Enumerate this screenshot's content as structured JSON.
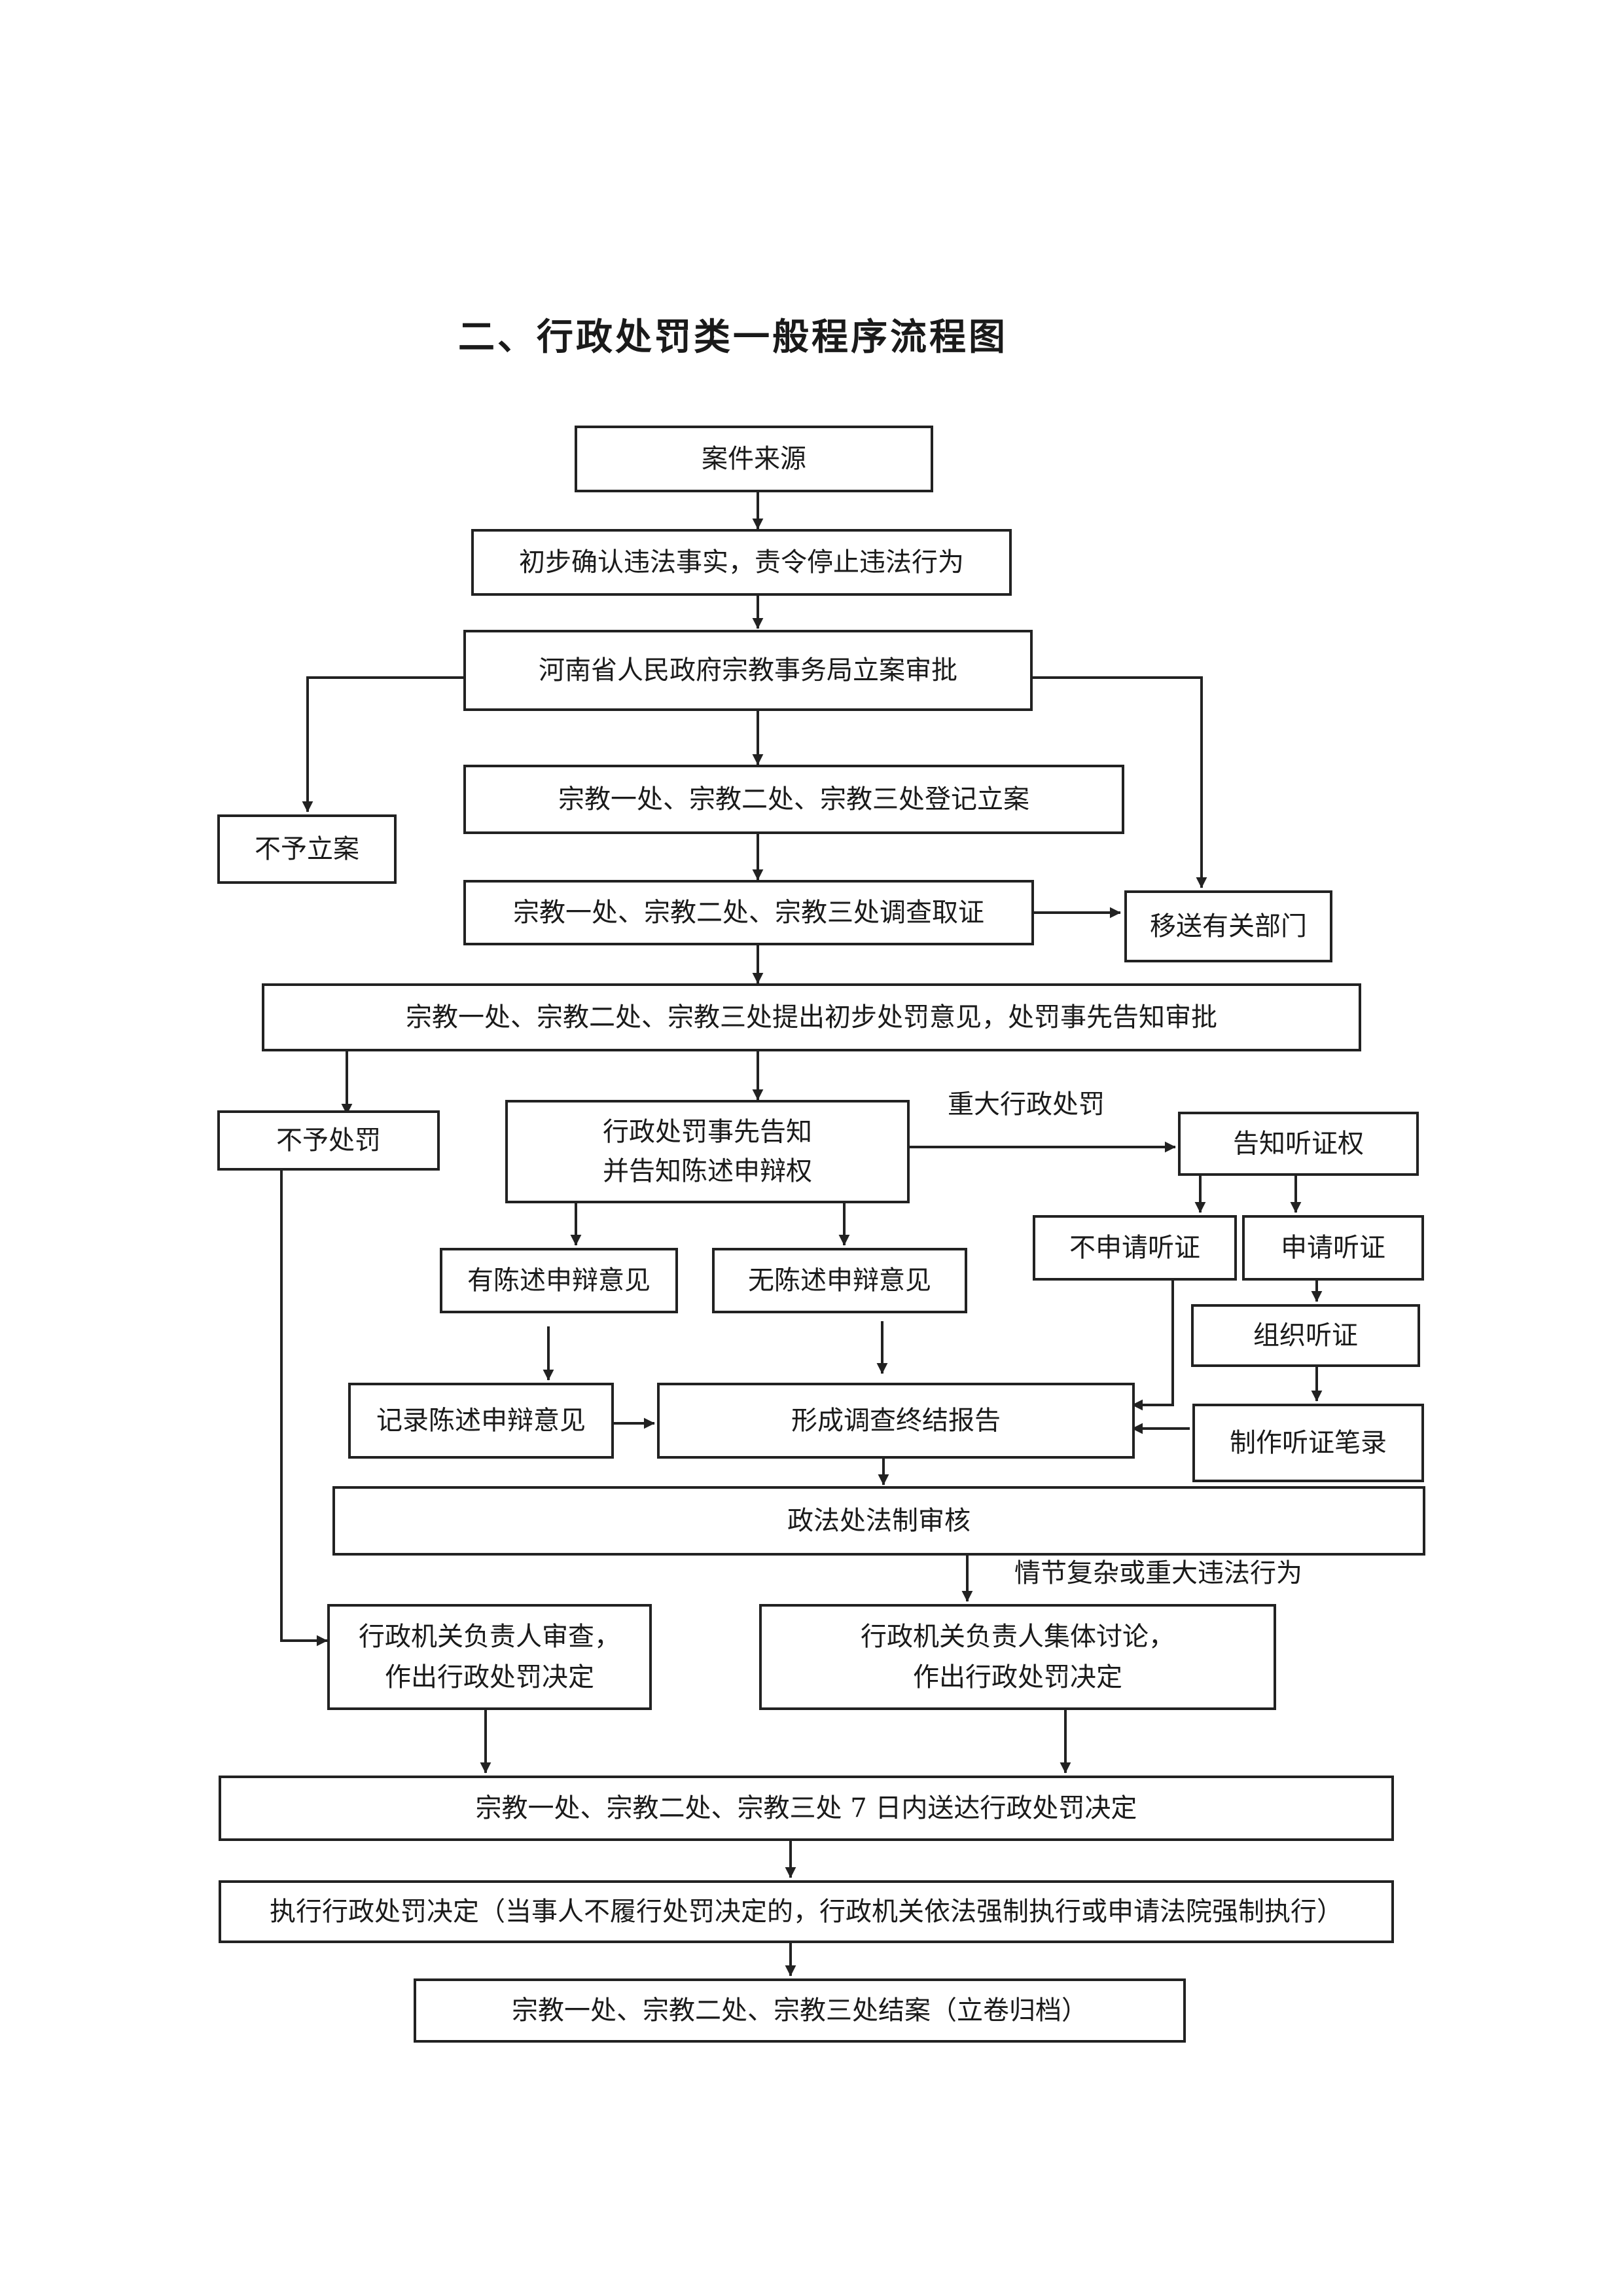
{
  "title": "二、行政处罚类一般程序流程图",
  "nodes": {
    "case_source": "案件来源",
    "preliminary_confirm": "初步确认违法事实，责令停止违法行为",
    "filing_approval": "河南省人民政府宗教事务局立案审批",
    "no_filing": "不予立案",
    "register_filing": "宗教一处、宗教二处、宗教三处登记立案",
    "investigate": "宗教一处、宗教二处、宗教三处调查取证",
    "transfer": "移送有关部门",
    "propose_opinion": "宗教一处、宗教二处、宗教三处提出初步处罚意见，处罚事先告知审批",
    "no_penalty": "不予处罚",
    "prior_notice_line1": "行政处罚事先告知",
    "prior_notice_line2": "并告知陈述申辩权",
    "notify_hearing": "告知听证权",
    "has_statement": "有陈述申辩意见",
    "no_statement": "无陈述申辩意见",
    "no_hearing_request": "不申请听证",
    "hearing_request": "申请听证",
    "organize_hearing": "组织听证",
    "record_statement": "记录陈述申辩意见",
    "final_report": "形成调查终结报告",
    "hearing_record": "制作听证笔录",
    "legal_review": "政法处法制审核",
    "head_review_line1": "行政机关负责人审查，",
    "head_review_line2": "作出行政处罚决定",
    "collective_line1": "行政机关负责人集体讨论，",
    "collective_line2": "作出行政处罚决定",
    "deliver": "宗教一处、宗教二处、宗教三处 7 日内送达行政处罚决定",
    "execute": "执行行政处罚决定（当事人不履行处罚决定的，行政机关依法强制执行或申请法院强制执行）",
    "close_case": "宗教一处、宗教二处、宗教三处结案（立卷归档）"
  },
  "edge_labels": {
    "major_penalty": "重大行政处罚",
    "complex_case": "情节复杂或重大违法行为"
  }
}
